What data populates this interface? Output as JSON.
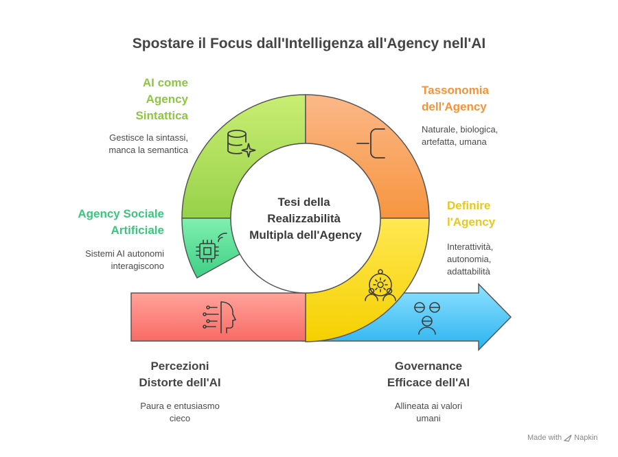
{
  "title": "Spostare il Focus dall'Intelligenza all'Agency nell'AI",
  "center": {
    "line1": "Tesi della",
    "line2": "Realizzabilità",
    "line3": "Multipla dell'Agency"
  },
  "segments": [
    {
      "id": "sintattica",
      "title_lines": [
        "AI come",
        "Agency",
        "Sintattica"
      ],
      "desc_lines": [
        "Gestisce la sintassi,",
        "manca la semantica"
      ],
      "color": "#8DC63F",
      "icon": "database-sparkle-icon"
    },
    {
      "id": "tassonomia",
      "title_lines": [
        "Tassonomia",
        "dell'Agency"
      ],
      "desc_lines": [
        "Naturale, biologica,",
        "artefatta, umana"
      ],
      "color": "#F7923A",
      "icon": "bracket-branch-icon"
    },
    {
      "id": "definire",
      "title_lines": [
        "Definire",
        "l'Agency"
      ],
      "desc_lines": [
        "Interattività,",
        "autonomia,",
        "adattabilità"
      ],
      "color": "#E8C81E",
      "icon": "team-gear-icon"
    },
    {
      "id": "sociale",
      "title_lines": [
        "Agency Sociale",
        "Artificiale"
      ],
      "desc_lines": [
        "Sistemi AI autonomi",
        "interagiscono"
      ],
      "color": "#3DC47E",
      "icon": "chip-signal-icon"
    },
    {
      "id": "percezioni",
      "title_lines": [
        "Percezioni",
        "Distorte dell'AI"
      ],
      "desc_lines": [
        "Paura e entusiasmo",
        "cieco"
      ],
      "color": "#444444",
      "icon": "ai-head-icon"
    },
    {
      "id": "governance",
      "title_lines": [
        "Governance",
        "Efficace dell'AI"
      ],
      "desc_lines": [
        "Allineata ai valori",
        "umani"
      ],
      "color": "#444444",
      "icon": "person-group-icon"
    }
  ],
  "footer": {
    "label": "Made with",
    "brand": "Napkin"
  }
}
